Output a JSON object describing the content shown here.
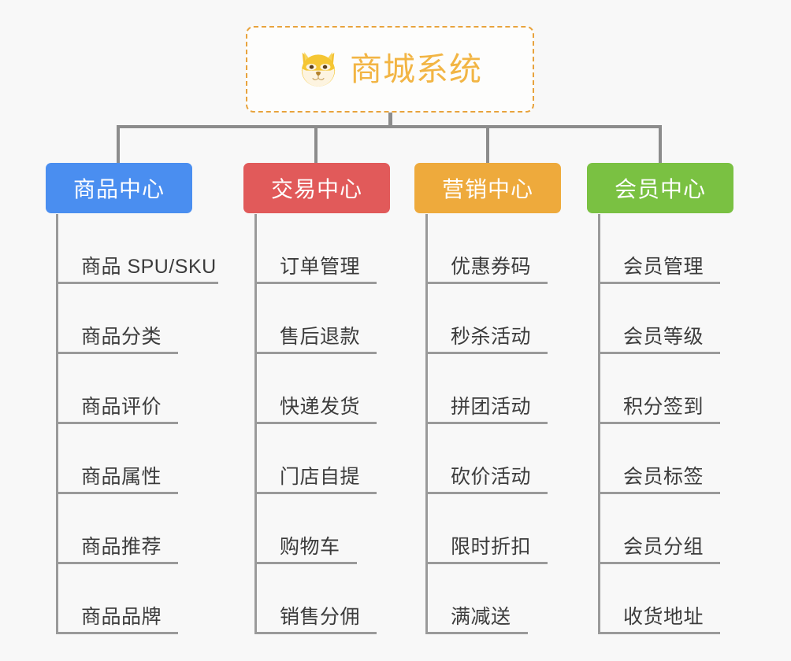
{
  "diagram": {
    "title": "商城系统",
    "icon": "shiba-dog-face-icon",
    "root_border_color": "#e8a33d",
    "root_text_color": "#f2b544",
    "connector_color": "#8c8c8c",
    "background_color": "#f8f8f8",
    "branches": [
      {
        "label": "商品中心",
        "color": "#4a8ef0",
        "items": [
          "商品 SPU/SKU",
          "商品分类",
          "商品评价",
          "商品属性",
          "商品推荐",
          "商品品牌"
        ]
      },
      {
        "label": "交易中心",
        "color": "#e15a5a",
        "items": [
          "订单管理",
          "售后退款",
          "快递发货",
          "门店自提",
          "购物车",
          "销售分佣"
        ]
      },
      {
        "label": "营销中心",
        "color": "#eeaa3c",
        "items": [
          "优惠券码",
          "秒杀活动",
          "拼团活动",
          "砍价活动",
          "限时折扣",
          "满减送"
        ]
      },
      {
        "label": "会员中心",
        "color": "#7ac142",
        "items": [
          "会员管理",
          "会员等级",
          "积分签到",
          "会员标签",
          "会员分组",
          "收货地址"
        ]
      }
    ]
  }
}
